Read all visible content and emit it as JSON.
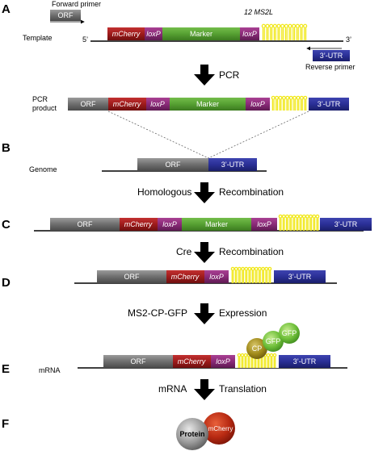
{
  "panels": [
    "A",
    "B",
    "C",
    "D",
    "E",
    "F"
  ],
  "primers": {
    "forward_label": "Forward primer",
    "forward_box": "ORF",
    "reverse_label": "Reverse primer",
    "reverse_box": "3’-UTR"
  },
  "template": {
    "label": "Template",
    "end5": "5’",
    "end3": "3’",
    "ms2_label": "12 MS2L"
  },
  "segments": {
    "orf": "ORF",
    "mcherry": "mCherry",
    "loxp": "loxP",
    "marker": "Marker",
    "utr": "3’-UTR"
  },
  "pcr_product_label": [
    "PCR",
    "product"
  ],
  "genome_label": "Genome",
  "mrna_label": "mRNA",
  "steps": {
    "pcr": "PCR",
    "homologous_left": "Homologous",
    "homologous_right": "Recombination",
    "cre_left": "Cre",
    "cre_right": "Recombination",
    "expression_left": "MS2-CP-GFP",
    "expression_right": "Expression",
    "translation_left": "mRNA",
    "translation_right": "Translation"
  },
  "bound_protein": {
    "cp": "CP",
    "gfp": "GFP"
  },
  "product": {
    "protein": "Protein",
    "mcherry": "mCherry"
  },
  "colors": {
    "orf": "#7a7a7a",
    "mcherry": "#a11d1d",
    "loxp": "#8c2a7a",
    "marker": "#5aa333",
    "utr": "#2a2f96",
    "ms2_loop": "#f1e81a",
    "gfp": "#6fbf3a",
    "cp": "#a08a1a"
  }
}
